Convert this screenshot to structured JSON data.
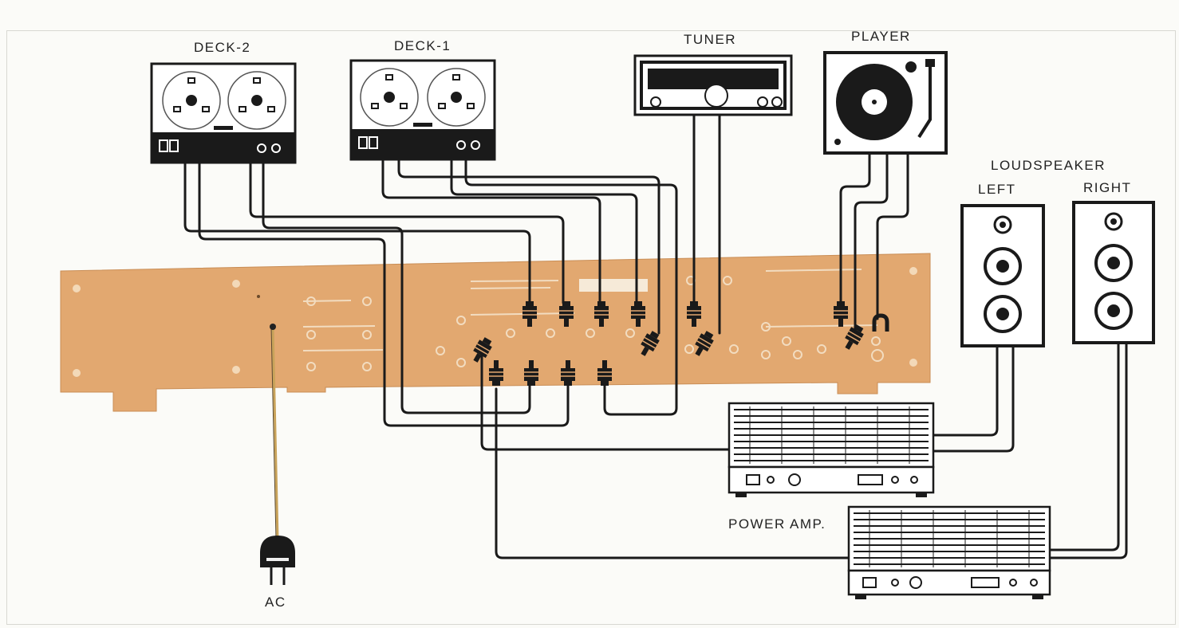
{
  "labels": {
    "deck2": "DECK-2",
    "deck1": "DECK-1",
    "tuner": "TUNER",
    "player": "PLAYER",
    "loudspeaker": "LOUDSPEAKER",
    "left": "LEFT",
    "right": "RIGHT",
    "power_amp": "POWER AMP.",
    "ac": "AC"
  },
  "colors": {
    "panel": "#e2a870",
    "cable": "#1a1a1a",
    "ac_cord": "#c9a35a"
  }
}
